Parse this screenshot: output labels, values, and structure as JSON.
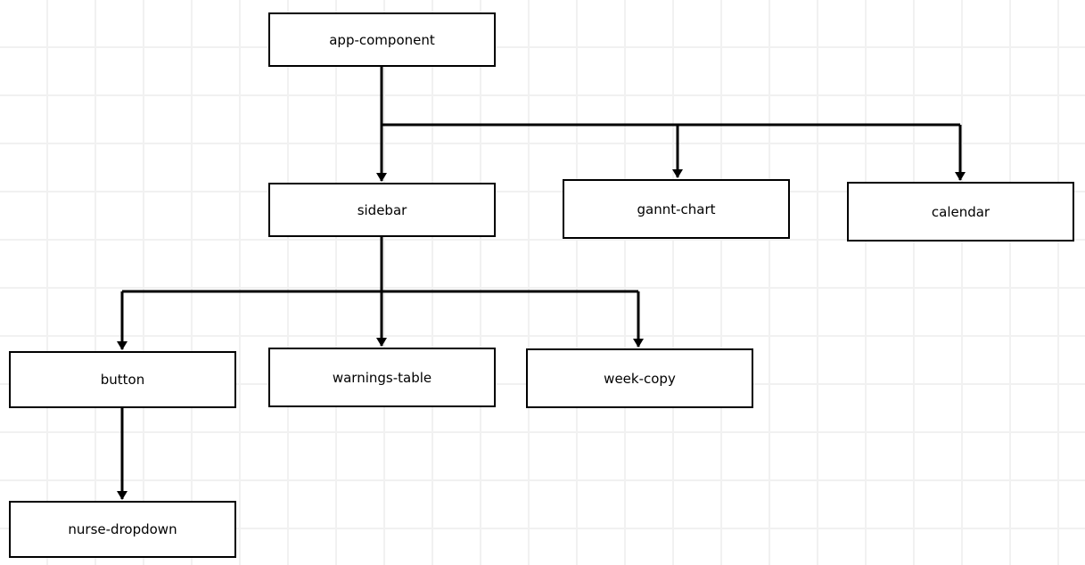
{
  "nodes": {
    "app_component": "app-component",
    "sidebar": "sidebar",
    "gannt_chart": "gannt-chart",
    "calendar": "calendar",
    "button": "button",
    "warnings_table": "warnings-table",
    "week_copy": "week-copy",
    "nurse_dropdown": "nurse-dropdown"
  },
  "edges": [
    {
      "from": "app-component",
      "to": "sidebar"
    },
    {
      "from": "app-component",
      "to": "gannt-chart"
    },
    {
      "from": "app-component",
      "to": "calendar"
    },
    {
      "from": "sidebar",
      "to": "button"
    },
    {
      "from": "sidebar",
      "to": "warnings-table"
    },
    {
      "from": "sidebar",
      "to": "week-copy"
    },
    {
      "from": "button",
      "to": "nurse-dropdown"
    }
  ],
  "colors": {
    "stroke": "#000000",
    "background": "#ffffff",
    "grid": "#f1f1f1"
  }
}
